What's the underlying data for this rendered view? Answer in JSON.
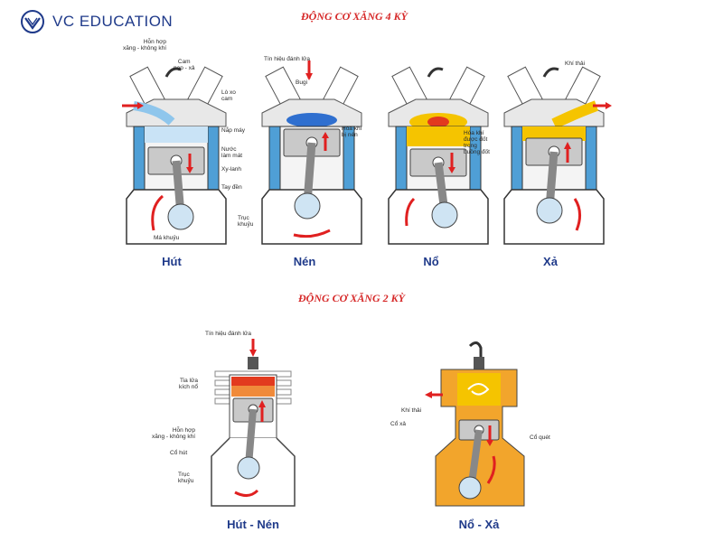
{
  "brand": {
    "name": "VC EDUCATION"
  },
  "titles": {
    "four_stroke": "ĐỘNG CƠ XĂNG 4 KỲ",
    "two_stroke": "ĐỘNG CƠ XĂNG 2 KỲ"
  },
  "four_stroke": {
    "strokes": [
      "Hút",
      "Nén",
      "Nổ",
      "Xả"
    ],
    "labels": {
      "mixture": "Hỗn hợp\nxăng - không khí",
      "rocker": "Cam\nnạp - xả",
      "spring": "Lò xo\ncam",
      "head": "Nắp máy",
      "coolant": "Nước\nlàm mát",
      "cylinder": "Xy-lanh",
      "rod": "Tay đền",
      "crank_web": "Má khuỷu",
      "ignition": "Tín hiệu đánh lửa",
      "plug": "Bugi",
      "compressed": "Hòa khí\nbị nén",
      "crankshaft": "Trục\nkhuỷu",
      "burned": "Hòa khí\nđược đốt\ntrong\nbuồng đốt",
      "exhaust_gas": "Khí thải"
    }
  },
  "two_stroke": {
    "strokes": [
      "Hút - Nén",
      "Nổ - Xả"
    ],
    "labels": {
      "ignition": "Tín hiệu đánh lửa",
      "spark": "Tia lửa\nkích nổ",
      "mixture": "Hỗn hợp\nxăng - không khí",
      "intake_port": "Cổ hút",
      "crankshaft": "Trục\nkhuỷu",
      "exhaust_gas": "Khí thải",
      "exhaust_port": "Cổ xả",
      "transfer_port": "Cổ quét"
    }
  },
  "colors": {
    "title": "#d62828",
    "brand": "#1f3a8a",
    "coolant": "#4f9fd6",
    "fuel": "#f5c400",
    "fire": "#e23a1e",
    "crankcase": "#f2a52c",
    "arrow": "#e02020"
  }
}
